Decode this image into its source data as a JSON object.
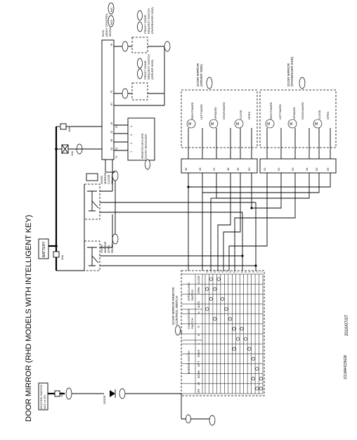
{
  "title": "DOOR MIRROR (RHD MODELS WITH INTELLIGENT KEY)",
  "figure_code": "JCLWA4235GB",
  "date": "2010/07/07",
  "components": {
    "ignition_switch": [
      "IGNITION SWITCH",
      "ACC or ON"
    ],
    "battery": "BATTERY",
    "bcm": [
      "BCM",
      "(BODY CONTROL",
      "MODULE)"
    ],
    "bcm_connectors": [
      "M18",
      "M21"
    ],
    "front_door_switch_passenger": [
      "FRONT DOOR",
      "REQUEST SWITCH",
      "(PASSENGER SIDE)"
    ],
    "front_door_switch_driver": [
      "FRONT DOOR",
      "REQUEST SWITCH",
      "(DRIVER SIDE)"
    ],
    "remote_keyless_receiver": [
      "REMOTE KEYLESS",
      "ENTRY RECEIVER"
    ],
    "mirror_close_relay": [
      "DOOR",
      "MIRROR",
      "CLOSE",
      "RELAY"
    ],
    "mirror_open_relay": [
      "DOOR",
      "MIRROR",
      "OPEN",
      "RELAY"
    ],
    "remote_control_switch": [
      "DOOR MIRROR REMOTE",
      "CONTROL SWITCH"
    ],
    "mirror_driver": [
      "DOOR MIRROR",
      "(DRIVER SIDE)"
    ],
    "mirror_passenger": [
      "DOOR MIRROR",
      "(PASSENGER SIDE)"
    ],
    "diode": "DIODE"
  },
  "switch_columns": {
    "mirror": "MIRROR SWITCH",
    "changeover": [
      "CHANGEOVER",
      "SWITCH"
    ],
    "open_close": [
      "OPEN/CLOSE",
      "SWITCH"
    ],
    "sub": [
      "OFF",
      "UP",
      "DOWN",
      "LEFT",
      "RIGHT",
      "L",
      "N",
      "R",
      "N",
      "AUTO",
      "OPEN",
      "CLOSE"
    ]
  },
  "motor_labels": {
    "driver": [
      "RIGHTWARD",
      "LEFTWARD",
      "UPWARD",
      "DOWNWARD",
      "CLOSE",
      "OPEN"
    ],
    "passenger": [
      "RIGHTWARD",
      "LEFTWARD",
      "UPWARD",
      "DOWNWARD",
      "CLOSE",
      "OPEN"
    ]
  },
  "fuses": [
    "10A",
    "10A",
    "10A",
    "10A",
    "10A"
  ],
  "connectors": [
    "M57",
    "M58",
    "M7",
    "D3",
    "D22",
    "M18",
    "M21",
    "M60",
    "M76",
    "B16"
  ],
  "pins": {
    "bcm": [
      "57",
      "73",
      "67",
      "75",
      "76",
      "19",
      "22",
      "30",
      "23",
      "74"
    ],
    "receiver": [
      "4",
      "3",
      "2",
      "1"
    ],
    "switch_bottom": [
      "15",
      "14",
      "13",
      "12",
      "11",
      "10",
      "9",
      "8",
      "7",
      "6",
      "5",
      "4",
      "3",
      "2",
      "1"
    ],
    "mirror_driver_harness": [
      "45",
      "46",
      "47",
      "48",
      "49",
      "50"
    ],
    "mirror_passenger_harness": [
      "51",
      "52",
      "53",
      "54",
      "55",
      "56"
    ]
  }
}
